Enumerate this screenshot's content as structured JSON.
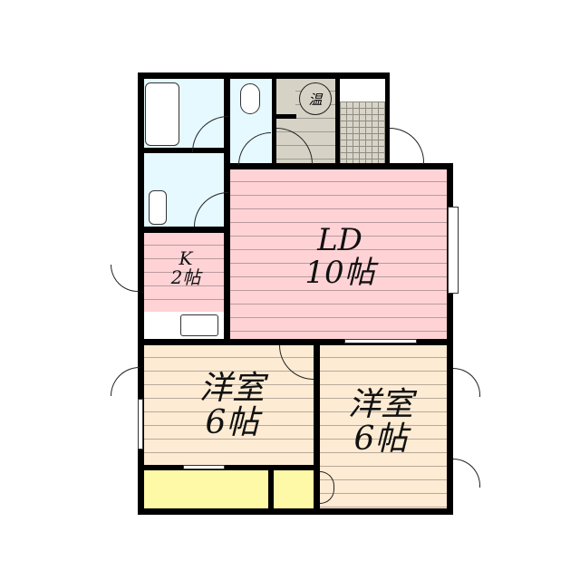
{
  "floor_plan": {
    "rooms": {
      "ld": {
        "name": "LD",
        "size": "10帖",
        "color": "#ffd3d6"
      },
      "kitchen": {
        "name": "K",
        "size": "2帖",
        "color": "#ffd3d6"
      },
      "western_room_left": {
        "name": "洋室",
        "size": "6帖",
        "color": "#fdebd3"
      },
      "western_room_right": {
        "name": "洋室",
        "size": "6帖",
        "color": "#fdebd3"
      },
      "bathroom": {
        "color": "#e6f9ff"
      },
      "washroom": {
        "color": "#e6f9ff"
      },
      "toilet": {
        "color": "#e6f9ff"
      },
      "entrance": {
        "color": "#d6d3c6"
      },
      "closet_left": {
        "color": "#fdf9a6"
      },
      "closet_right": {
        "color": "#fdf9a6"
      }
    },
    "water_heater_symbol": "温",
    "wall_color": "#000000"
  }
}
